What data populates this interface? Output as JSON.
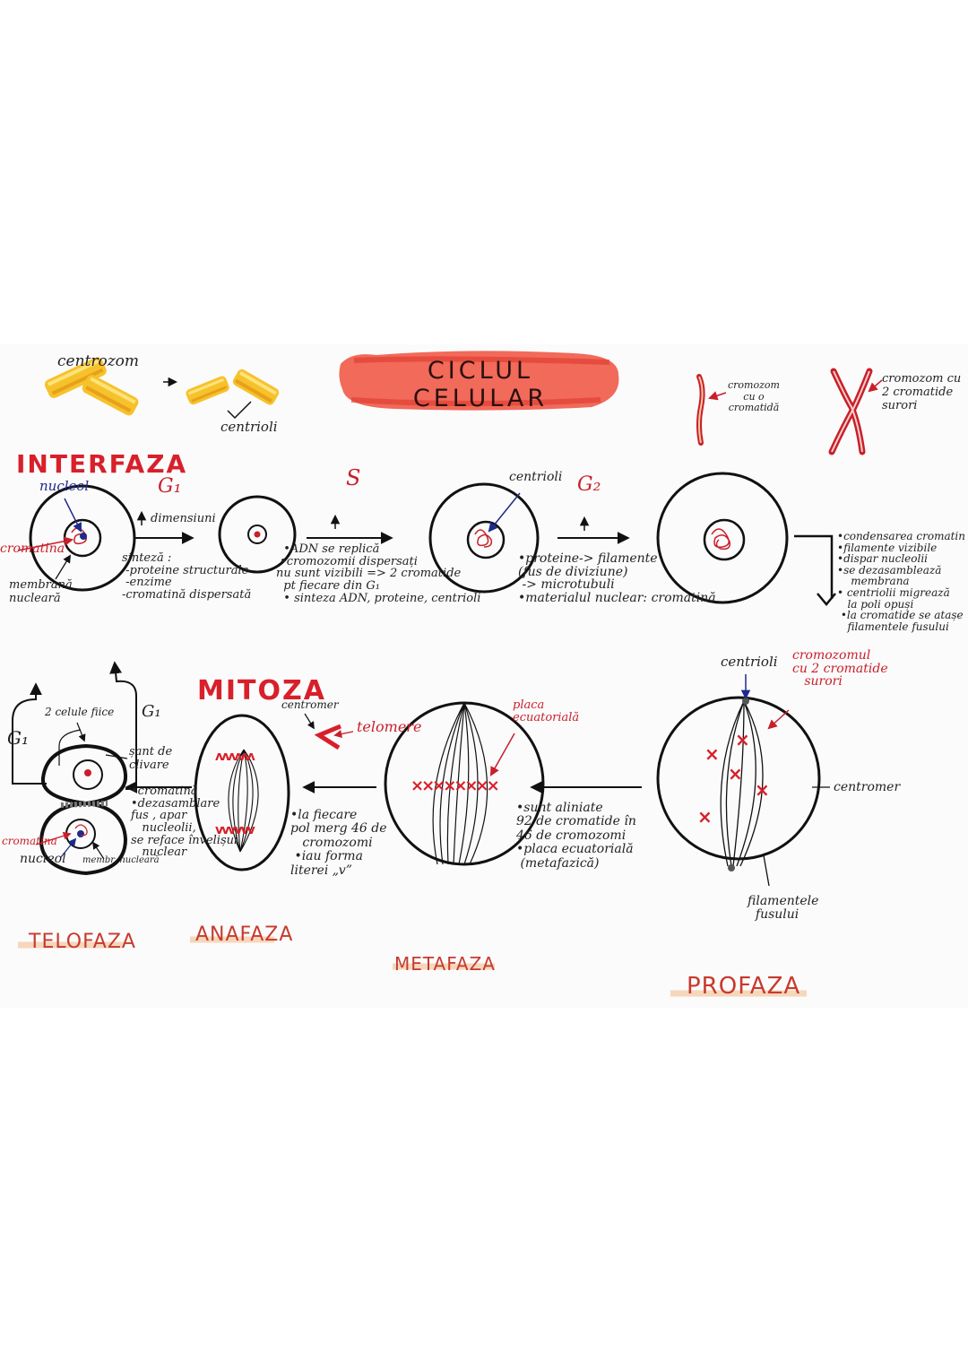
{
  "title": "CICLUL CELULAR",
  "top": {
    "centrozom": "centrozom",
    "centrioli": "centrioli",
    "chromosome_one": "cromozom\ncu o\ncromatidă",
    "chromosome_two": "cromozom cu\n2 cromatide\nsurori"
  },
  "interfaza": {
    "heading": "INTERFAZA",
    "g1": "G₁",
    "s": "S",
    "g2": "G₂",
    "nucleol": "nucleol",
    "cromatina": "cromatina",
    "membrana": "membrană\nnucleară",
    "dimensiuni": "dimensiuni",
    "sinteza": "sinteză :\n -proteine structurale\n -enzime\n-cromatină dispersată",
    "s_notes": "  •ADN se replică\n •cromozomii dispersați\nnu sunt vizibili => 2 cromatide\n  pt fiecare din G₁\n  • sinteza ADN, proteine, centrioli",
    "centrioli_label": "centrioli",
    "g2_notes": "•proteine-> filamente\n(fus de diviziune)\n -> microtubuli\n•materialul nuclear: cromatină",
    "prophase_notes": "•condensarea cromatin\n•filamente vizibile\n•dispar nucleolii\n•se dezasamblează\n    membrana\n• centriolii migrează\n   la poli opuși\n •la cromatide se atașe\n   filamentele fusului"
  },
  "mitoza": {
    "heading": "MITOZA",
    "telofaza": {
      "label": "TELOFAZA",
      "g1_left": "G₁",
      "g1_right": "G₁",
      "celule_fiice": "2 celule fiice",
      "sant": "șant de\nclivare",
      "notes": "•cromatină\n•dezasamblare\nfus , apar\n   nucleolii,\nse reface învelișul\n   nuclear",
      "cromatina": "cromatina",
      "nucleol": "nucleol",
      "membrana": "membr. nucleară"
    },
    "anafaza": {
      "label": "ANAFAZA",
      "centromer": "centromer",
      "telomere": "telomere",
      "notes": "•la fiecare\npol merg 46 de\n   cromozomi\n •iau forma\nliterei „v”"
    },
    "metafaza": {
      "label": "METAFAZA",
      "placa": "placa\necuatorială",
      "notes": "•sunt aliniate\n92 de cromatide în\n46 de cromozomi\n•placa ecuatorială\n (metafazică)"
    },
    "profaza": {
      "label": "PROFAZA",
      "centrioli": "centrioli",
      "cromozomul": "cromozomul\ncu 2 cromatide\n   surori",
      "centromer": "centromer",
      "filamentele": "filamentele\n  fusului"
    }
  },
  "colors": {
    "accent_red": "#d8202a",
    "banner": "#ef5a48",
    "centrosome_yellow": "#f6c22c",
    "pale_orange": "#f3c9a0"
  }
}
